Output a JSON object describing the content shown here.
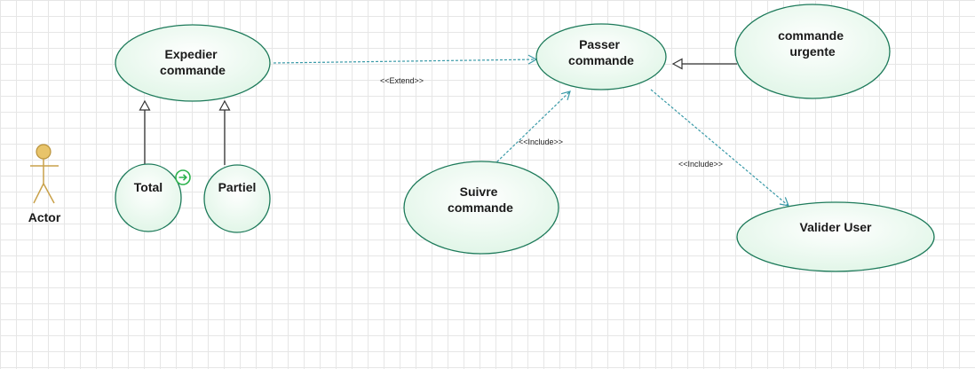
{
  "diagram": {
    "actor": {
      "label": "Actor"
    },
    "use_cases": {
      "expedier": {
        "lines": [
          "Expedier",
          "commande"
        ]
      },
      "passer": {
        "lines": [
          "Passer",
          "commande"
        ]
      },
      "urgente": {
        "lines": [
          "commande",
          "urgente"
        ]
      },
      "total": {
        "lines": [
          "Total"
        ]
      },
      "partiel": {
        "lines": [
          "Partiel"
        ]
      },
      "suivre": {
        "lines": [
          "Suivre",
          "commande"
        ]
      },
      "valider": {
        "lines": [
          "Valider User"
        ]
      }
    },
    "relations": {
      "extend": {
        "label": "<<Extend>>"
      },
      "include_suivre": {
        "label": "<<Include>>"
      },
      "include_valider": {
        "label": "<<Include>>"
      }
    },
    "colors": {
      "usecase_fill": "#e3f7e9",
      "usecase_stroke": "#1d7a5a",
      "dashed_link": "#3a9aa8",
      "generalization": "#333333",
      "actor_head": "#e8c46a",
      "actor_body": "#c9a14a",
      "nav_icon": "#2bb24c"
    }
  }
}
